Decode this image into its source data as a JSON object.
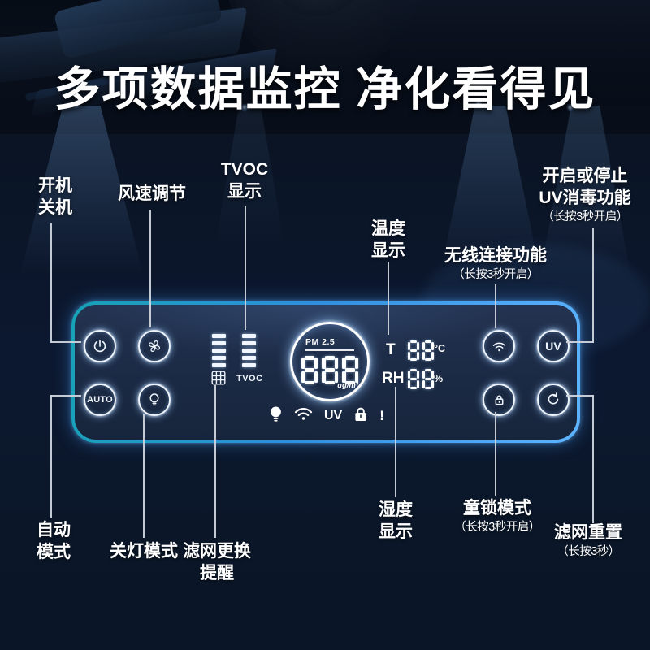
{
  "title": "多项数据监控 净化看得见",
  "accent_colors": {
    "panel_border_left": "#17a2b6",
    "panel_border_right": "#5db3ff",
    "panel_background": "#1c2b46",
    "callout_line": "#cdd4dc",
    "text": "#ffffff"
  },
  "callouts": {
    "power": {
      "line1": "开机",
      "line2": "关机"
    },
    "fan": {
      "line1": "风速调节"
    },
    "tvoc": {
      "line1": "TVOC",
      "line2": "显示"
    },
    "temp": {
      "line1": "温度",
      "line2": "显示"
    },
    "wifi": {
      "line1": "无线连接功能",
      "sub": "（长按3秒开启）"
    },
    "uv": {
      "line1": "开启或停止",
      "line2": "UV消毒功能",
      "sub": "（长按3秒开启）"
    },
    "auto": {
      "line1": "自动",
      "line2": "模式"
    },
    "light": {
      "line1": "关灯模式"
    },
    "filter": {
      "line1": "滤网更换",
      "line2": "提醒"
    },
    "humidity": {
      "line1": "湿度",
      "line2": "显示"
    },
    "childlock": {
      "line1": "童锁模式",
      "sub": "（长按3秒开启）"
    },
    "reset": {
      "line1": "滤网重置",
      "sub": "（长按3秒）"
    }
  },
  "panel": {
    "auto_button_label": "AUTO",
    "uv_button_label": "UV",
    "tvoc_label": "TVOC",
    "pm": {
      "label": "PM 2.5",
      "value": "888",
      "unit": "ug/m³"
    },
    "temp": {
      "label": "T",
      "value": "88",
      "unit": "°C"
    },
    "humidity": {
      "label": "RH",
      "value": "88",
      "unit": "%"
    },
    "status": {
      "uv_label": "UV",
      "alert_label": "!"
    },
    "icons": [
      "power-icon",
      "fan-icon",
      "light-bulb-icon",
      "filter-grid-icon",
      "wifi-icon",
      "child-lock-icon",
      "reset-icon",
      "light-on-status-icon",
      "wifi-status-icon",
      "lock-status-icon",
      "alert-status-icon"
    ]
  }
}
